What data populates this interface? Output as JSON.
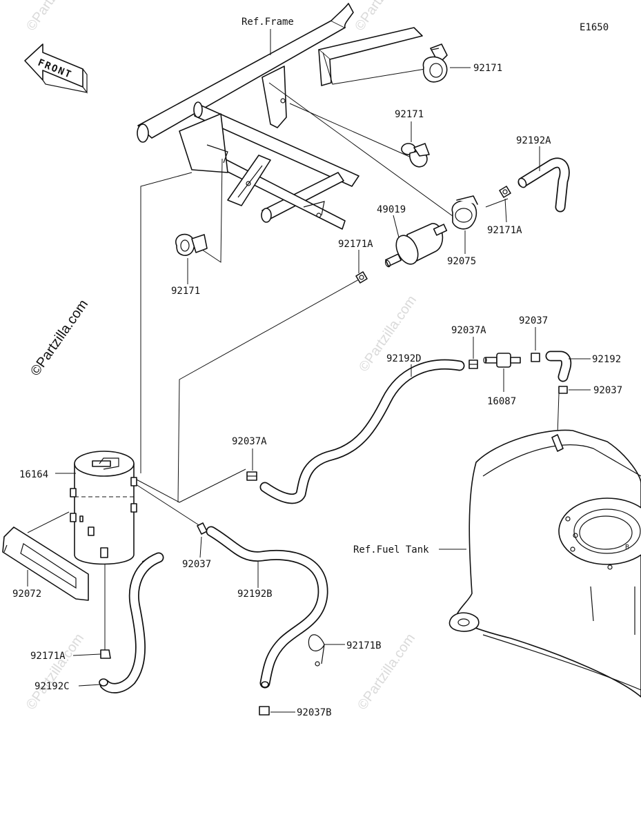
{
  "diagram": {
    "code": "E1650",
    "watermark": "©Partzilla.com",
    "front_label": "FRONT",
    "ref_frame": "Ref.Frame",
    "ref_fuel_tank": "Ref.Fuel Tank",
    "parts": {
      "clamp_top": "92171",
      "clamp_mid": "92171",
      "clamp_left": "92171",
      "hose_a": "92192A",
      "clamp_a_right": "92171A",
      "filter": "49019",
      "clamp_a_left": "92171A",
      "holder": "92075",
      "clip_a_top": "92037A",
      "clip_top": "92037",
      "hose_top_right": "92192",
      "clip_tank": "92037",
      "valve": "16087",
      "hose_d": "92192D",
      "clip_a_mid": "92037A",
      "canister": "16164",
      "clip_canister": "92037",
      "band": "92072",
      "hose_b": "92192B",
      "clamp_b": "92171B",
      "clamp_a_bottom": "92171A",
      "hose_c": "92192C",
      "clip_b": "92037B"
    }
  }
}
